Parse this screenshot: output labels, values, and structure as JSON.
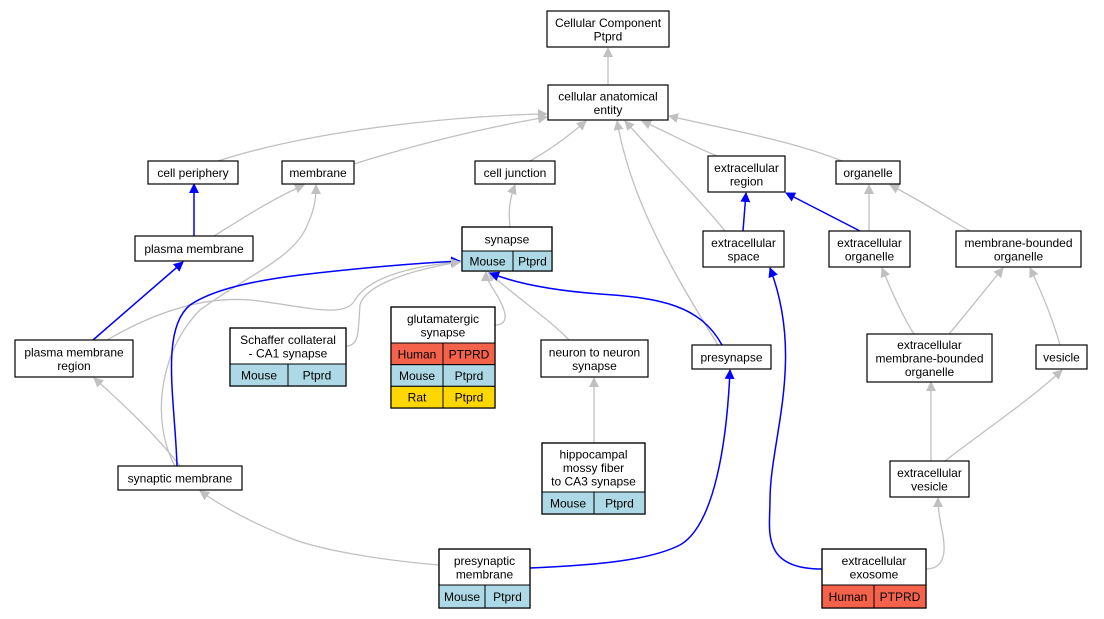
{
  "colors": {
    "gray_edge": "#c0c0c0",
    "blue_edge": "#0000ff",
    "human": "#f4624b",
    "mouse": "#add8e6",
    "rat": "#ffd700"
  },
  "nodes": [
    {
      "id": "root",
      "lines": [
        "Cellular Component",
        "Ptprd"
      ]
    },
    {
      "id": "cae",
      "lines": [
        "cellular anatomical",
        "entity"
      ]
    },
    {
      "id": "cellper",
      "lines": [
        "cell periphery"
      ]
    },
    {
      "id": "membrane",
      "lines": [
        "membrane"
      ]
    },
    {
      "id": "celljunc",
      "lines": [
        "cell junction"
      ]
    },
    {
      "id": "extreg",
      "lines": [
        "extracellular",
        "region"
      ]
    },
    {
      "id": "organelle",
      "lines": [
        "organelle"
      ]
    },
    {
      "id": "plasmamem",
      "lines": [
        "plasma membrane"
      ]
    },
    {
      "id": "synapse",
      "lines": [
        "synapse"
      ],
      "cells": [
        {
          "species": "Mouse",
          "gene": "Ptprd",
          "color": "mouse"
        }
      ]
    },
    {
      "id": "extspace",
      "lines": [
        "extracellular",
        "space"
      ]
    },
    {
      "id": "extorg",
      "lines": [
        "extracellular",
        "organelle"
      ]
    },
    {
      "id": "mbo",
      "lines": [
        "membrane-bounded",
        "organelle"
      ]
    },
    {
      "id": "pmr",
      "lines": [
        "plasma membrane",
        "region"
      ]
    },
    {
      "id": "schaffer",
      "lines": [
        "Schaffer collateral",
        "- CA1 synapse"
      ],
      "cells": [
        {
          "species": "Mouse",
          "gene": "Ptprd",
          "color": "mouse"
        }
      ]
    },
    {
      "id": "glut",
      "lines": [
        "glutamatergic",
        "synapse"
      ],
      "cells": [
        {
          "species": "Human",
          "gene": "PTPRD",
          "color": "human"
        },
        {
          "species": "Mouse",
          "gene": "Ptprd",
          "color": "mouse"
        },
        {
          "species": "Rat",
          "gene": "Ptprd",
          "color": "rat"
        }
      ]
    },
    {
      "id": "n2n",
      "lines": [
        "neuron to neuron",
        "synapse"
      ]
    },
    {
      "id": "presyn",
      "lines": [
        "presynapse"
      ]
    },
    {
      "id": "embo",
      "lines": [
        "extracellular",
        "membrane-bounded",
        "organelle"
      ]
    },
    {
      "id": "vesicle",
      "lines": [
        "vesicle"
      ]
    },
    {
      "id": "mossy",
      "lines": [
        "hippocampal",
        "mossy fiber",
        "to CA3 synapse"
      ],
      "cells": [
        {
          "species": "Mouse",
          "gene": "Ptprd",
          "color": "mouse"
        }
      ]
    },
    {
      "id": "synmem",
      "lines": [
        "synaptic membrane"
      ]
    },
    {
      "id": "extves",
      "lines": [
        "extracellular",
        "vesicle"
      ]
    },
    {
      "id": "premem",
      "lines": [
        "presynaptic",
        "membrane"
      ],
      "cells": [
        {
          "species": "Mouse",
          "gene": "Ptprd",
          "color": "mouse"
        }
      ]
    },
    {
      "id": "exosome",
      "lines": [
        "extracellular",
        "exosome"
      ],
      "cells": [
        {
          "species": "Human",
          "gene": "PTPRD",
          "color": "human"
        }
      ]
    }
  ],
  "edges": [
    {
      "from": "cae",
      "to": "root",
      "color": "gray"
    },
    {
      "from": "cellper",
      "to": "cae",
      "color": "gray"
    },
    {
      "from": "membrane",
      "to": "cae",
      "color": "gray"
    },
    {
      "from": "celljunc",
      "to": "cae",
      "color": "gray"
    },
    {
      "from": "extreg",
      "to": "cae",
      "color": "gray"
    },
    {
      "from": "organelle",
      "to": "cae",
      "color": "gray"
    },
    {
      "from": "presyn",
      "to": "cae",
      "color": "gray"
    },
    {
      "from": "extspace",
      "to": "cae",
      "color": "gray"
    },
    {
      "from": "plasmamem",
      "to": "cellper",
      "color": "blue"
    },
    {
      "from": "plasmamem",
      "to": "membrane",
      "color": "gray"
    },
    {
      "from": "pmr",
      "to": "plasmamem",
      "color": "blue"
    },
    {
      "from": "pmr",
      "to": "synapse",
      "color": "gray"
    },
    {
      "from": "synmem",
      "to": "membrane",
      "color": "gray"
    },
    {
      "from": "synmem",
      "to": "pmr",
      "color": "gray"
    },
    {
      "from": "synmem",
      "to": "synapse",
      "color": "blue"
    },
    {
      "from": "synapse",
      "to": "celljunc",
      "color": "gray"
    },
    {
      "from": "schaffer",
      "to": "synapse",
      "color": "gray"
    },
    {
      "from": "glut",
      "to": "synapse",
      "color": "gray"
    },
    {
      "from": "n2n",
      "to": "synapse",
      "color": "gray"
    },
    {
      "from": "presyn",
      "to": "synapse",
      "color": "blue"
    },
    {
      "from": "mossy",
      "to": "n2n",
      "color": "gray"
    },
    {
      "from": "premem",
      "to": "synmem",
      "color": "gray"
    },
    {
      "from": "premem",
      "to": "presyn",
      "color": "blue"
    },
    {
      "from": "extspace",
      "to": "extreg",
      "color": "blue"
    },
    {
      "from": "extorg",
      "to": "extreg",
      "color": "blue"
    },
    {
      "from": "extorg",
      "to": "organelle",
      "color": "gray"
    },
    {
      "from": "mbo",
      "to": "organelle",
      "color": "gray"
    },
    {
      "from": "embo",
      "to": "extorg",
      "color": "gray"
    },
    {
      "from": "embo",
      "to": "mbo",
      "color": "gray"
    },
    {
      "from": "vesicle",
      "to": "mbo",
      "color": "gray"
    },
    {
      "from": "extves",
      "to": "embo",
      "color": "gray"
    },
    {
      "from": "extves",
      "to": "vesicle",
      "color": "gray"
    },
    {
      "from": "exosome",
      "to": "extves",
      "color": "gray"
    },
    {
      "from": "exosome",
      "to": "extspace",
      "color": "blue"
    }
  ]
}
